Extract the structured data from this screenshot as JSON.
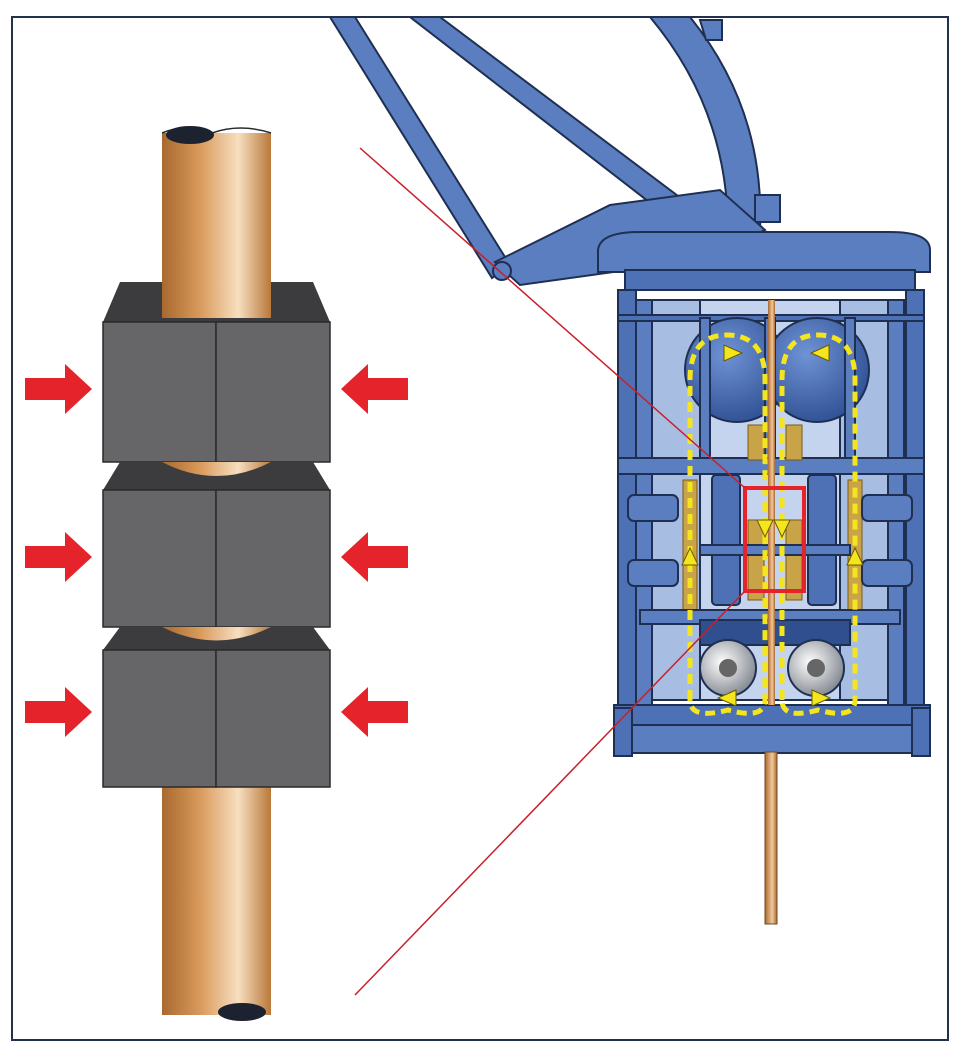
{
  "diagram": {
    "colors": {
      "frame_border": "#22324d",
      "background": "#ffffff",
      "pipe_light": "#f7dfc0",
      "pipe_mid": "#d99a5c",
      "pipe_dark": "#a8692f",
      "block_face": "#666669",
      "block_top": "#3c3c3e",
      "arrow_red": "#e4232b",
      "zoom_line": "#c8202a",
      "machine_blue": "#5a7ec0",
      "machine_dark": "#2f4f8e",
      "machine_light": "#9cb5df",
      "chain_yellow": "#f4e51c",
      "track_gold": "#c9a348"
    },
    "left_detail": {
      "gripper_pairs": 3,
      "force_arrows_per_side": 3
    },
    "right_machine": {
      "chain_loops": 2,
      "drive_sprockets": 2,
      "bottom_rollers": 2
    }
  }
}
